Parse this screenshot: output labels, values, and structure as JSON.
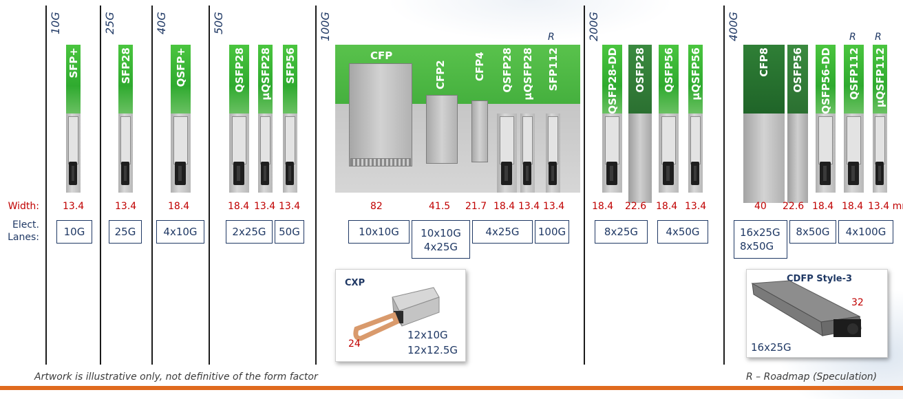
{
  "speeds": [
    "10G",
    "25G",
    "40G",
    "50G",
    "100G",
    "200G",
    "400G"
  ],
  "roadmap_mark": "R",
  "row_labels": {
    "width": "Width:",
    "lanes_line1": "Elect.",
    "lanes_line2": "Lanes:"
  },
  "modules": {
    "sfp_plus": "SFP+",
    "sfp28": "SFP28",
    "qsfp_plus": "QSFP+",
    "qsfp28_50": "QSFP28",
    "uqsfp28_50": "µQSFP28",
    "sfp56_50": "SFP56",
    "cfp": "CFP",
    "cfp2": "CFP2",
    "cfp4": "CFP4",
    "qsfp28_100": "QSFP28",
    "uqsfp28_100": "µQSFP28",
    "sfp112": "SFP112",
    "qsfp28dd": "QSFP28-DD",
    "osfp28": "OSFP28",
    "qsfp56_200": "QSFP56",
    "uqsfp56": "µQSFP56",
    "cfp8": "CFP8",
    "osfp56": "OSFP56",
    "qsfp56dd": "QSFP56-DD",
    "qsfp112": "QSFP112",
    "uqsfp112": "µQSFP112"
  },
  "widths": [
    "13.4",
    "13.4",
    "18.4",
    "18.4",
    "13.4",
    "13.4",
    "82",
    "41.5",
    "21.7",
    "18.4",
    "13.4",
    "13.4",
    "18.4",
    "22.6",
    "18.4",
    "13.4",
    "40",
    "22.6",
    "18.4",
    "18.4",
    "13.4 mm"
  ],
  "lanes": {
    "l10": "10G",
    "l25": "25G",
    "l40": "4x10G",
    "l50a": "2x25G",
    "l50b": "50G",
    "l100a": "10x10G",
    "l100b_1": "10x10G",
    "l100b_2": "4x25G",
    "l100c": "4x25G",
    "l100d": "100G",
    "l200a": "8x25G",
    "l200b": "4x50G",
    "l400a_1": "16x25G",
    "l400a_2": "8x50G",
    "l400b": "8x50G",
    "l400c": "4x100G"
  },
  "cxp": {
    "title": "CXP",
    "width": "24",
    "lanes_1": "12x10G",
    "lanes_2": "12x12.5G"
  },
  "cdfp": {
    "title": "CDFP Style-3",
    "width": "32",
    "lanes": "16x25G"
  },
  "footer": {
    "left": "Artwork is illustrative only, not definitive of the form factor",
    "right": "R – Roadmap (Speculation)"
  },
  "colors": {
    "green": "#3cb83a",
    "dark_green": "#2a7a34",
    "red": "#c00000",
    "navy": "#1f3864",
    "orange": "#e06a1f"
  }
}
